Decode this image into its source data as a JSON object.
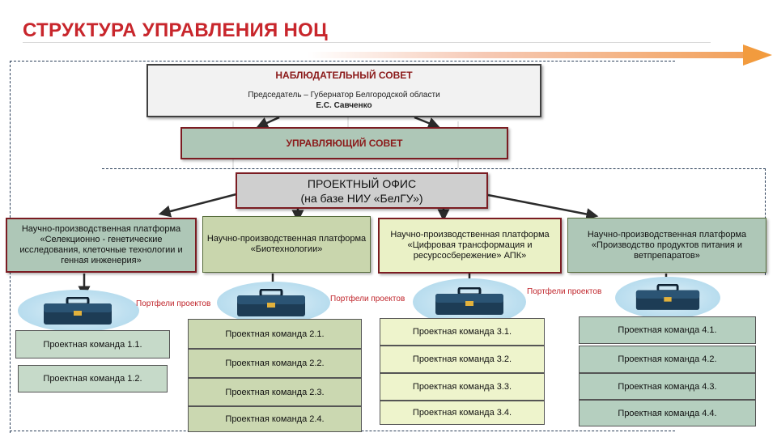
{
  "title": "СТРУКТУРА УПРАВЛЕНИЯ  НОЦ",
  "supervisory_board": {
    "title": "НАБЛЮДАТЕЛЬНЫЙ СОВЕТ",
    "chair": "Председатель – Губернатор Белгородской области",
    "name": "Е.С. Савченко"
  },
  "managing_board": {
    "title": "УПРАВЛЯЮЩИЙ СОВЕТ"
  },
  "project_office": {
    "line1": "ПРОЕКТНЫЙ  ОФИС",
    "line2": "(на базе НИУ «БелГУ»)"
  },
  "platforms": [
    {
      "title": "Научно-производственная платформа",
      "subtitle": "«Селекционно - генетические исследования, клеточные технологии и генная инженерия»"
    },
    {
      "title": "Научно-производственная платформа",
      "subtitle": "«Биотехнологии»"
    },
    {
      "title": "Научно-производственная платформа",
      "subtitle": "«Цифровая трансформация и ресурсосбережение» АПК»"
    },
    {
      "title": "Научно-производственная платформа",
      "subtitle": "«Производство продуктов питания и ветпрепаратов»"
    }
  ],
  "portfolio_label": "Портфели проектов",
  "teams": {
    "group1": [
      "Проектная команда  1.1.",
      "Проектная команда  1.2."
    ],
    "group2": [
      "Проектная команда 2.1.",
      "Проектная команда 2.2.",
      "Проектная команда 2.3.",
      "Проектная команда 2.4."
    ],
    "group3": [
      "Проектная команда 3.1.",
      "Проектная команда 3.2.",
      "Проектная команда 3.3.",
      "Проектная команда 3.4."
    ],
    "group4": [
      "Проектная команда 4.1.",
      "Проектная команда 4.2.",
      "Проектная команда 4.3.",
      "Проектная команда 4.4."
    ]
  },
  "colors": {
    "title_red": "#c8262c",
    "border_maroon": "#7b1c22",
    "arrow_orange": "#f29b3e"
  }
}
